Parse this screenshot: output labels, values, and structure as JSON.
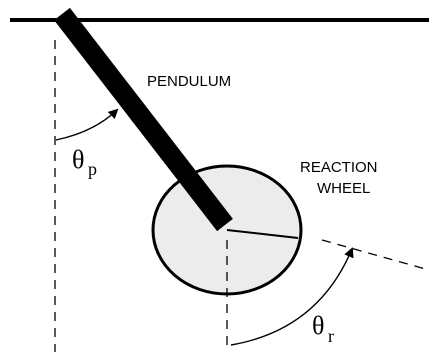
{
  "labels": {
    "pendulum": "PENDULUM",
    "reaction_wheel_line1": "REACTION",
    "reaction_wheel_line2": "WHEEL"
  },
  "angles": {
    "pendulum": {
      "symbol": "θ",
      "subscript": "p"
    },
    "reaction": {
      "symbol": "θ",
      "subscript": "r"
    }
  },
  "colors": {
    "ink": "#000000",
    "wheel_fill": "#ececec",
    "background": "#ffffff"
  }
}
